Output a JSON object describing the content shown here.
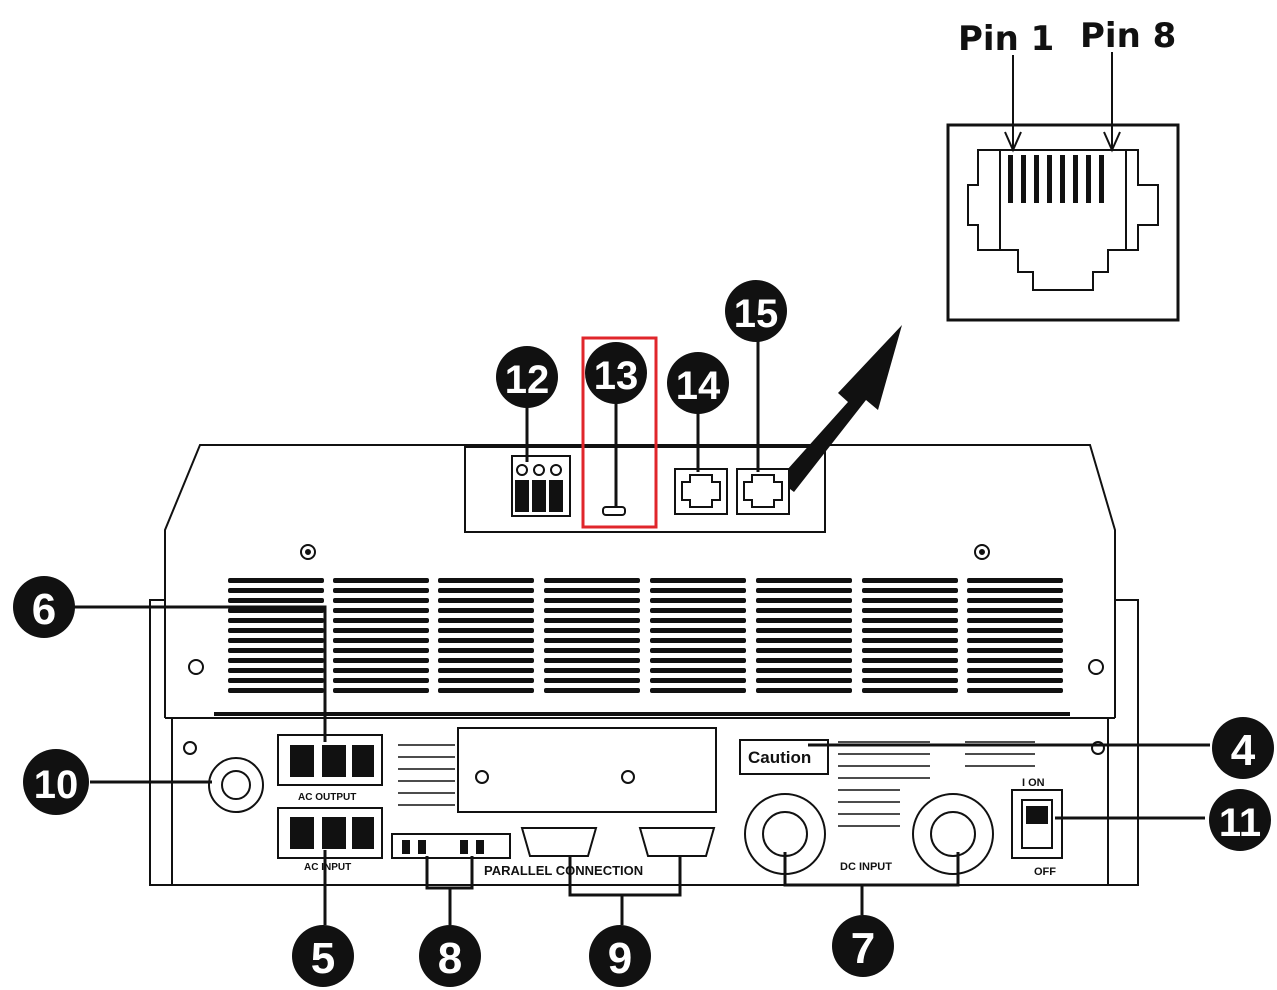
{
  "pins": {
    "left": "Pin 1",
    "right": "Pin 8"
  },
  "callouts": [
    "12",
    "13",
    "14",
    "15",
    "6",
    "10",
    "4",
    "11",
    "5",
    "8",
    "9",
    "7"
  ],
  "labels": {
    "ac_output": "AC OUTPUT",
    "ac_input": "AC INPUT",
    "caution": "Caution",
    "parallel": "PARALLEL CONNECTION",
    "dc_input": "DC INPUT",
    "switch_on": "I ON",
    "switch_off": "OFF"
  },
  "highlight_color": "#e0262b"
}
